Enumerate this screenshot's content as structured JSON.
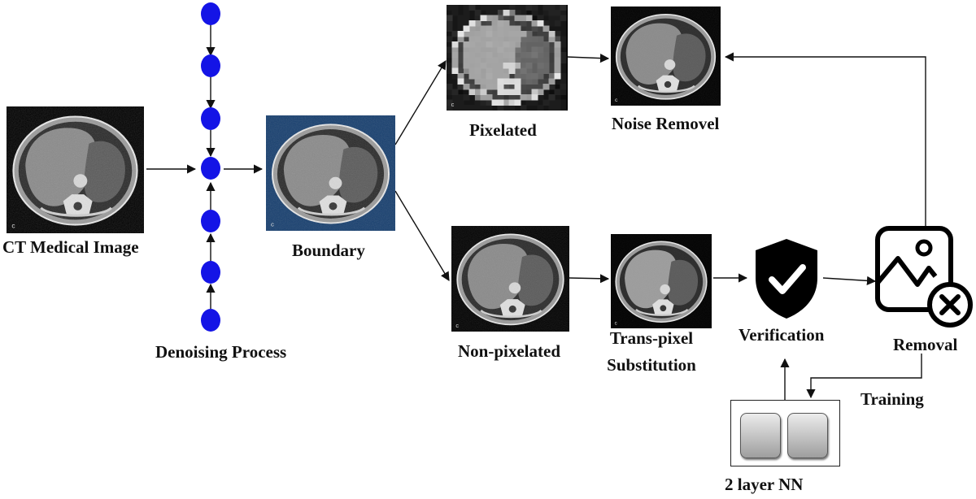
{
  "labels": {
    "ct_image": "CT Medical Image",
    "denoising": "Denoising Process",
    "boundary": "Boundary",
    "pixelated": "Pixelated",
    "noise_removal": "Noise Removel",
    "non_pixelated": "Non-pixelated",
    "trans_pixel_line1": "Trans-pixel",
    "trans_pixel_line2": "Substitution",
    "verification": "Verification",
    "removal": "Removal",
    "training": "Training",
    "nn": "2 layer NN"
  },
  "colors": {
    "node": "#1414e6",
    "boundary_frame": "#163e6e",
    "arrow": "#111111"
  },
  "icons": {
    "verification": "shield-check-icon",
    "removal": "image-remove-icon",
    "nn": "neural-network-layer-icon"
  }
}
